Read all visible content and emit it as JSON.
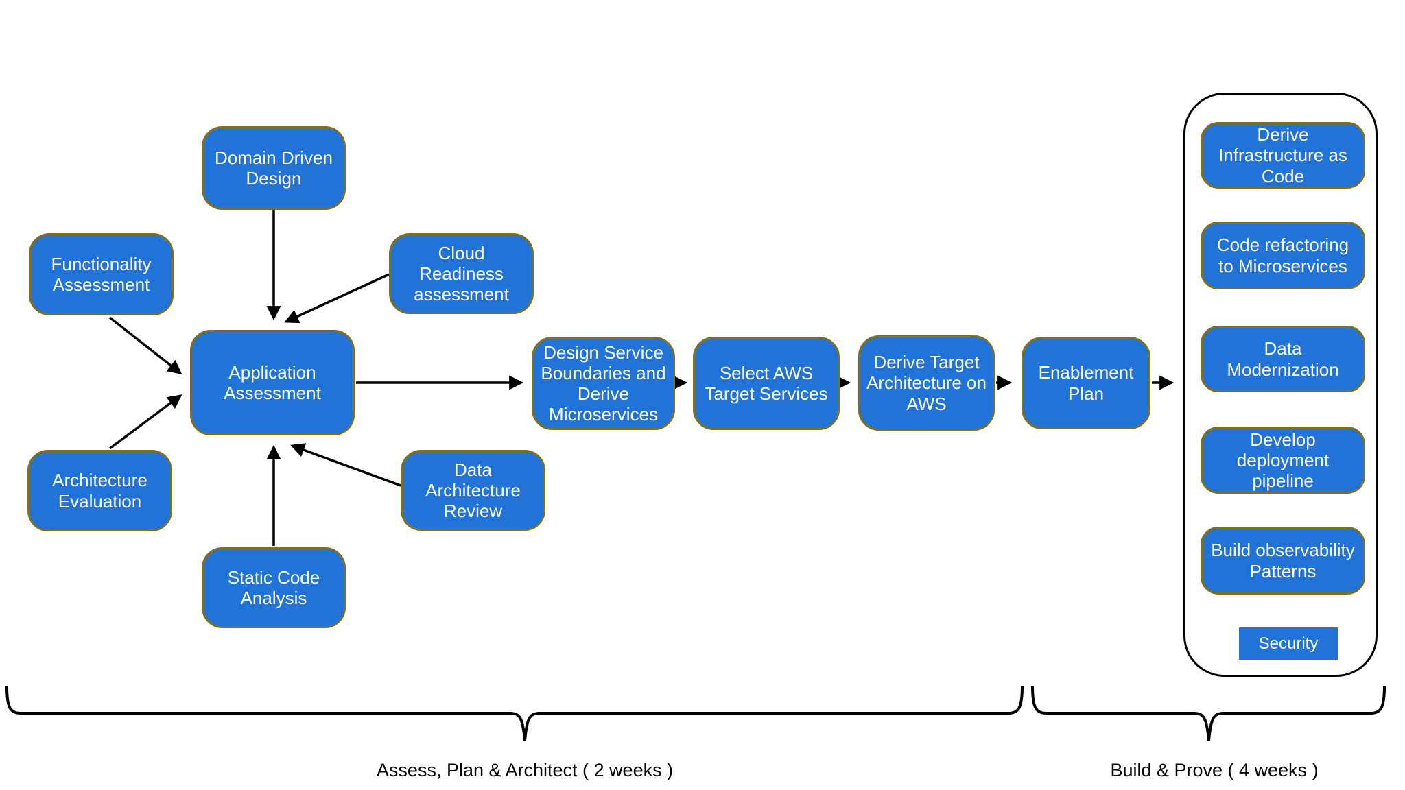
{
  "diagram": {
    "assessment_inputs": [
      {
        "id": "functionality-assessment",
        "label": "Functionality\nAssessment"
      },
      {
        "id": "domain-driven-design",
        "label": "Domain Driven\nDesign"
      },
      {
        "id": "cloud-readiness-assessment",
        "label": "Cloud\nReadiness\nassessment"
      },
      {
        "id": "architecture-evaluation",
        "label": "Architecture\nEvaluation"
      },
      {
        "id": "data-architecture-review",
        "label": "Data\nArchitecture\nReview"
      },
      {
        "id": "static-code-analysis",
        "label": "Static Code\nAnalysis"
      }
    ],
    "main_flow": [
      {
        "id": "application-assessment",
        "label": "Application\nAssessment"
      },
      {
        "id": "design-service-boundaries",
        "label": "Design Service\nBoundaries and\nDerive\nMicroservices"
      },
      {
        "id": "select-aws-target-services",
        "label": "Select AWS\nTarget Services"
      },
      {
        "id": "derive-target-architecture-on-aws",
        "label": "Derive Target\nArchitecture on\nAWS"
      },
      {
        "id": "enablement-plan",
        "label": "Enablement\nPlan"
      }
    ],
    "build_prove_panel": [
      {
        "id": "derive-infrastructure-as-code",
        "label": "Derive\nInfrastructure as\nCode"
      },
      {
        "id": "code-refactoring-to-microservices",
        "label": "Code refactoring\nto Microservices"
      },
      {
        "id": "data-modernization",
        "label": "Data\nModernization"
      },
      {
        "id": "develop-deployment-pipeline",
        "label": "Develop\ndeployment\npipeline"
      },
      {
        "id": "build-observability-patterns",
        "label": "Build observability\nPatterns"
      },
      {
        "id": "security",
        "label": "Security"
      }
    ],
    "phases": [
      {
        "id": "assess-plan-architect",
        "label": "Assess, Plan & Architect ( 2 weeks )"
      },
      {
        "id": "build-prove",
        "label": "Build & Prove ( 4 weeks )"
      }
    ],
    "colors": {
      "canvas_bg": "#ffffff",
      "node_fill": "#2273d8",
      "node_border": "#80701d",
      "node_text": "#ffffff",
      "panel_border": "#000000",
      "connector": "#000000",
      "phase_text": "#000000"
    }
  }
}
